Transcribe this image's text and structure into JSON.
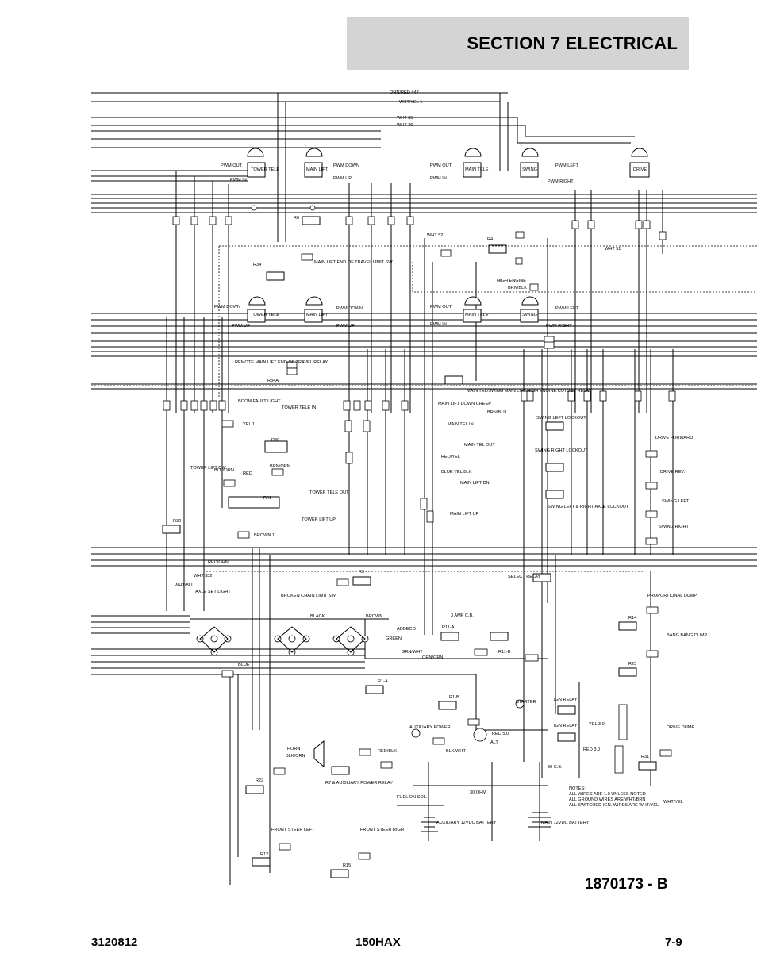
{
  "header": {
    "section_title": "SECTION 7   ELECTRICAL"
  },
  "footer": {
    "doc_number": "3120812",
    "model": "150HAX",
    "page": "7-9"
  },
  "drawing_number": "1870173 - B",
  "schematic": {
    "top_wires": [
      "ORN/RED #47",
      "WHT/YEL 1",
      "WHT 35",
      "WHT 36"
    ],
    "joysticks_top": [
      {
        "name": "TOWER TELE",
        "out": "PWM OUT",
        "in": "PWM IN"
      },
      {
        "name": "MAIN LIFT",
        "out": "PWM DOWN",
        "in": "PWM UP"
      },
      {
        "name": "MAIN TELE",
        "out": "PWM OUT",
        "in": "PWM IN"
      },
      {
        "name": "SWING",
        "out": "PWM LEFT",
        "in": "PWM RIGHT"
      },
      {
        "name": "DRIVE",
        "out": "",
        "in": ""
      }
    ],
    "joysticks_bottom": [
      {
        "name": "TOWER TELE",
        "out": "PWM DOWN",
        "in": "PWM UP"
      },
      {
        "name": "MAIN LIFT",
        "out": "PWM DOWN",
        "in": "PWM UP"
      },
      {
        "name": "MAIN TELE",
        "out": "PWM OUT",
        "in": "PWM IN"
      },
      {
        "name": "SWING",
        "out": "PWM LEFT",
        "in": "PWM RIGHT"
      }
    ],
    "relays": [
      "R6",
      "R4",
      "R34",
      "R34A",
      "R40",
      "R41",
      "R32",
      "R9",
      "R11-A",
      "R11-B",
      "R1-A",
      "R1-B",
      "R14",
      "R23",
      "R31",
      "R22",
      "R7 & AUXILIARY POWER RELAY",
      "R12",
      "R15",
      "IGN RELAY",
      "IGN RELAY"
    ],
    "labels": [
      "WHT 52",
      "WHT 51",
      "HIGH ENGINE",
      "BRN/BLK",
      "MAIN LIFT END OF TRAVEL LIMIT SW.",
      "REMOTE MAIN LIFT END OF TRAVEL RELAY",
      "MAIN TEL/SWING MAIN LIFT HIGH ENGINE CUTOUT RELAY",
      "MAIN LIFT DOWN CREEP",
      "BRN/BLU",
      "BOOM FAULT LIGHT",
      "TOWER TELE IN",
      "YEL 1",
      "TOWER TELE OUT",
      "TOWER LIFT DW",
      "BLU/ORN",
      "BRN/ORN",
      "RED",
      "TOWER LIFT UP",
      "BROWN 1",
      "MAIN TEL IN",
      "MAIN TEL OUT",
      "RED/YEL",
      "BLUE YEL/BLK",
      "MAIN LIFT DN",
      "MAIN LIFT UP",
      "SWING LEFT LOCKOUT",
      "SWING RIGHT LOCKOUT",
      "SWING LEFT & RIGHT AXLE LOCKOUT",
      "DRIVE FORWARD",
      "DRIVE REV.",
      "SWING LEFT",
      "SWING RIGHT",
      "RED/ORN",
      "WHT 332",
      "WHT/BLU",
      "AXLE SET LIGHT",
      "BROKEN CHAIN LIMIT SW.",
      "SELECT RELAY",
      "PROPORTIONAL DUMP",
      "BANG BANG DUMP",
      "3 AMP C.B.",
      "ADDECO",
      "GREEN",
      "BLACK",
      "BROWN",
      "BLUE",
      "GRN/WHT",
      "ORN/GRN",
      "STARTER",
      "ALT",
      "RED 5.0",
      "AUXILIARY POWER",
      "BLK/WHT",
      "HORN",
      "BLK/ORN",
      "RED/BLK",
      "FUEL ON SOL.",
      "AUXILIARY 12VDC BATTERY",
      "MAIN 12VDC BATTERY",
      "30 OHM",
      "30 C.B.",
      "DRIVE DUMP",
      "FRONT STEER LEFT",
      "FRONT STEER RIGHT",
      "RED 3.0",
      "YEL 3.0",
      "WHT/YEL"
    ],
    "notes": [
      "NOTES:",
      "ALL WIRES ARE 1.0 UNLESS NOTED",
      "ALL GROUND WIRES ARE WHT/BRN",
      "ALL SWITCHED IGN. WIRES ARE WHT/YEL"
    ]
  }
}
